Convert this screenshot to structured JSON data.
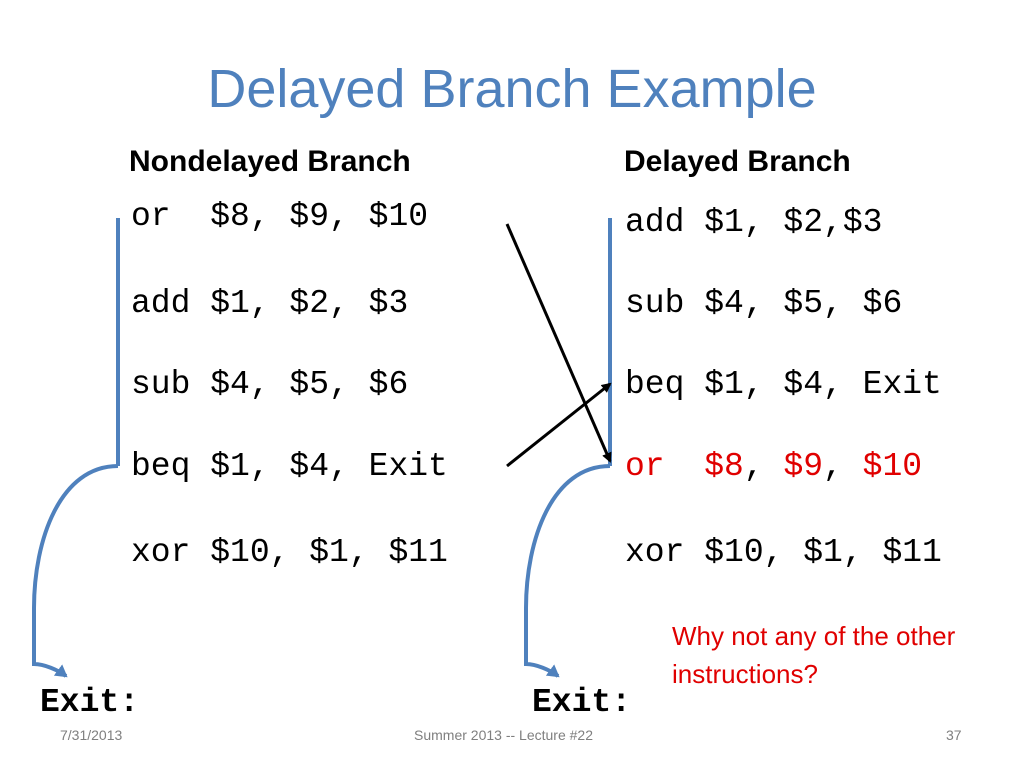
{
  "title": "Delayed Branch Example",
  "left": {
    "heading": "Nondelayed Branch",
    "lines": [
      "or  $8, $9, $10",
      "add $1, $2, $3",
      "sub $4, $5, $6",
      "beq $1, $4, Exit",
      "xor $10, $1, $11"
    ],
    "exit_label": "Exit:"
  },
  "right": {
    "heading": "Delayed Branch",
    "lines": [
      "add $1, $2,$3",
      "sub $4, $5, $6",
      "beq $1, $4, Exit"
    ],
    "or_line": {
      "op": "or  ",
      "r1": "$8",
      "sep1": ", ",
      "r2": "$9",
      "sep2": ", ",
      "r3": "$10"
    },
    "xor_line": "xor $10, $1, $11",
    "exit_label": "Exit:"
  },
  "note": "Why not any of the other instructions?",
  "footer": {
    "date": "7/31/2013",
    "center": "Summer 2013 -- Lecture #22",
    "page": "37"
  },
  "colors": {
    "title": "#4f81bd",
    "bracket": "#4f81bd",
    "highlight": "#e00000",
    "arrow": "#000000"
  }
}
